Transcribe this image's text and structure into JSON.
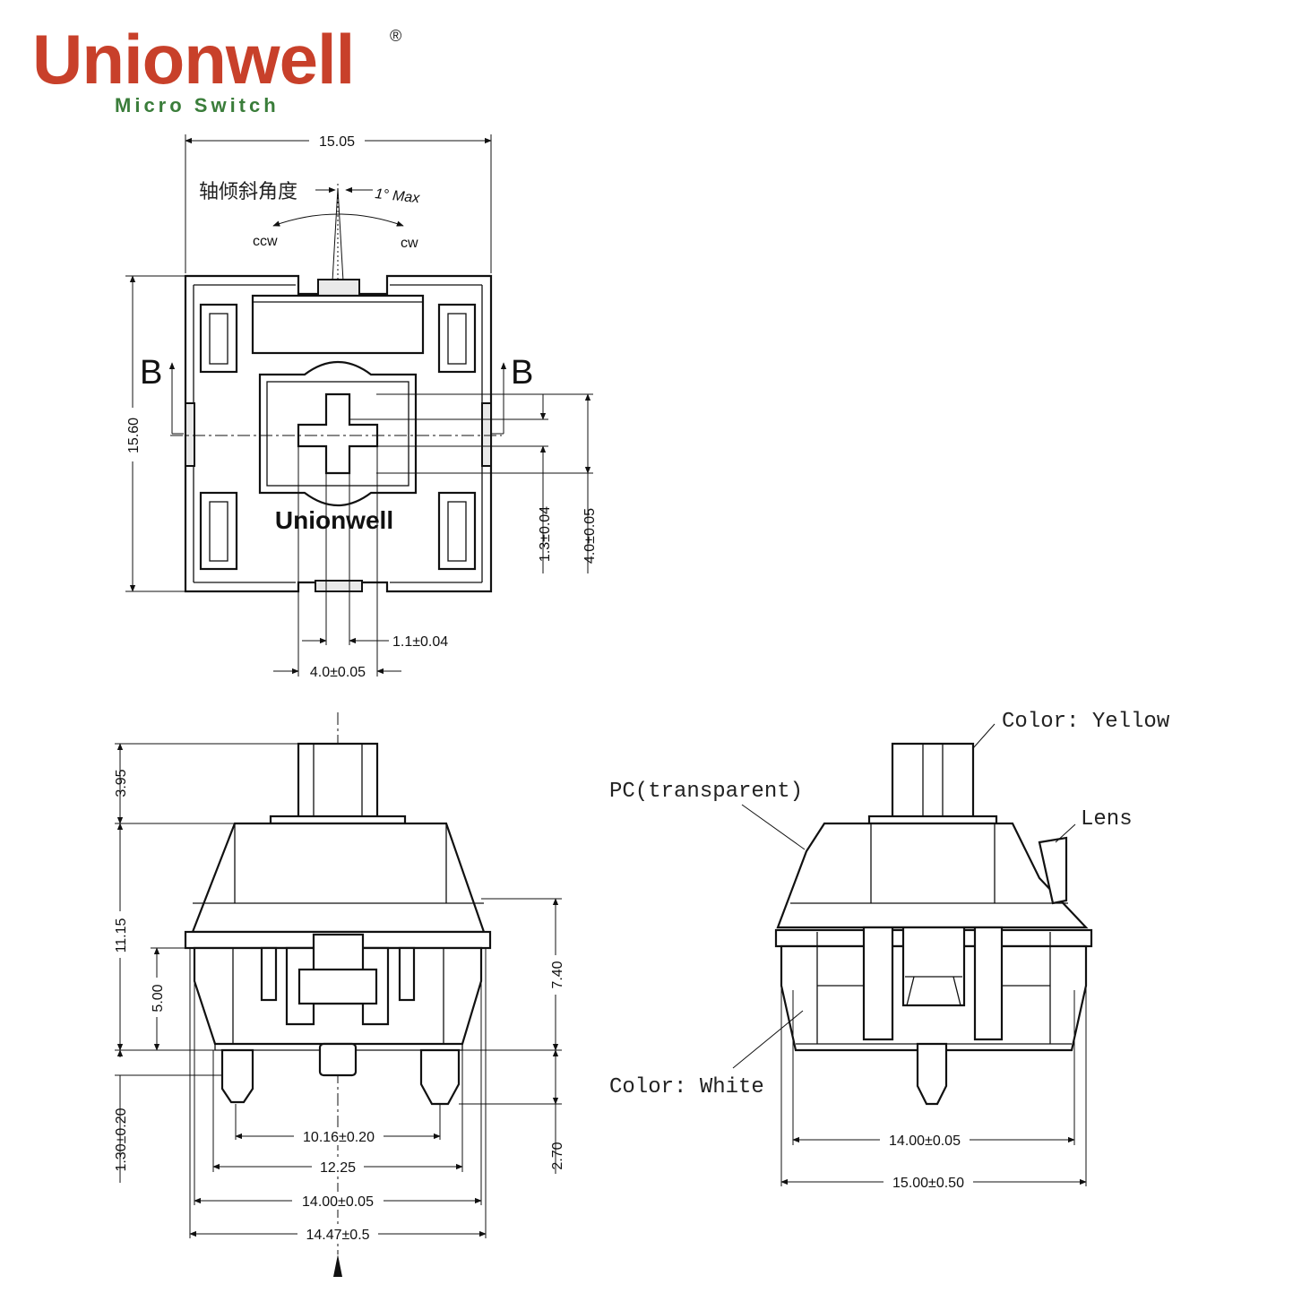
{
  "brand": {
    "name": "Unionwell",
    "registered": "®",
    "subtitle": "Micro Switch"
  },
  "top_view": {
    "width": "15.05",
    "height": "15.60",
    "tilt_label": "轴倾斜角度",
    "tilt_value": "1° Max",
    "ccw": "ccw",
    "cw": "cw",
    "section_left": "B",
    "section_right": "B",
    "housing_mark": "Unionwell",
    "stem_offset": "1.3±0.04",
    "stem_height": "4.0±0.05",
    "cross_width": "1.1±0.04",
    "cross_span": "4.0±0.05"
  },
  "front_view": {
    "stem_height": "3.95",
    "body_height": "11.15",
    "upper_to_plate": "5.00",
    "plate_to_bottom": "7.40",
    "pin_tip": "1.30±0.20",
    "pin_length": "2.70",
    "pin_spacing": "10.16±0.20",
    "inner_width": "12.25",
    "plate_width": "14.00±0.05",
    "overall_width": "14.47±0.5"
  },
  "side_view": {
    "stem_color": "Color: Yellow",
    "top_material": "PC(transparent)",
    "lens": "Lens",
    "bottom_color": "Color: White",
    "plate_width": "14.00±0.05",
    "overall_width": "15.00±0.50"
  }
}
